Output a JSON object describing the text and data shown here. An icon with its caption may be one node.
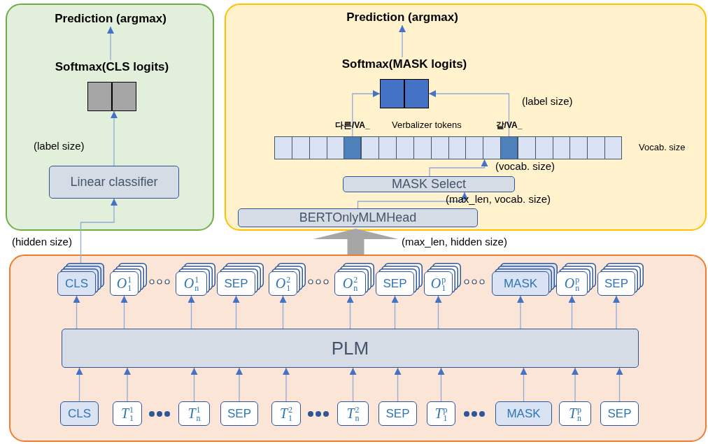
{
  "diagram": {
    "nodes": [
      {
        "text": [],
        "shape": "box"
      },
      {
        "text": [
          "Prediction (argmax)"
        ],
        "in": 0
      },
      {
        "text": [
          "Softmax(CLS logits)"
        ],
        "in": 0
      },
      {
        "text": [
          "Linear classifier"
        ],
        "in": 0
      },
      {
        "text": [],
        "shape": "box"
      },
      {
        "text": [
          "Prediction (argmax)"
        ],
        "in": 4
      },
      {
        "text": [
          "Softmax(MASK logits)"
        ],
        "in": 4
      },
      {
        "text": [],
        "shape": "bar",
        "in": 4
      },
      {
        "text": [
          "다른/VA_"
        ],
        "in": 7
      },
      {
        "text": [
          "같/VA_"
        ],
        "in": 7
      },
      {
        "text": [
          "MASK Select"
        ],
        "in": 4
      },
      {
        "text": [
          "BERTOnlyMLMHead"
        ],
        "in": 4
      },
      {
        "text": [],
        "shape": "box"
      },
      {
        "text": [
          "PLM"
        ],
        "in": 12
      },
      {
        "text": [
          "CLS"
        ],
        "in": 12
      },
      {
        "text": [
          "*O*$_{1}$$^{1}$"
        ],
        "in": 12
      },
      {
        "text": [
          "*O*$_{n}$$^{1}$"
        ],
        "in": 12
      },
      {
        "text": [
          "SEP"
        ],
        "in": 12
      },
      {
        "text": [
          "*O*$_{1}$$^{2}$"
        ],
        "in": 12
      },
      {
        "text": [
          "*O*$_{n}$$^{2}$"
        ],
        "in": 12
      },
      {
        "text": [
          "SEP"
        ],
        "in": 12
      },
      {
        "text": [
          "*O*$_{1}$$^{p}$"
        ],
        "in": 12
      },
      {
        "text": [
          "MASK"
        ],
        "in": 12
      },
      {
        "text": [
          "*O*$_{n}$$^{p}$"
        ],
        "in": 12
      },
      {
        "text": [
          "SEP"
        ],
        "in": 12
      },
      {
        "text": [
          "CLS"
        ],
        "in": 12
      },
      {
        "text": [
          "*T*$_{1}$$^{1}$"
        ],
        "in": 12
      },
      {
        "text": [
          "*T*$_{n}$$^{1}$"
        ],
        "in": 12
      },
      {
        "text": [
          "SEP"
        ],
        "in": 12
      },
      {
        "text": [
          "*T*$_{1}$$^{2}$"
        ],
        "in": 12
      },
      {
        "text": [
          "*T*$_{n}$$^{2}$"
        ],
        "in": 12
      },
      {
        "text": [
          "SEP"
        ],
        "in": 12
      },
      {
        "text": [
          "*T*$_{1}$$^{p}$"
        ],
        "in": 12
      },
      {
        "text": [
          "MASK"
        ],
        "in": 12
      },
      {
        "text": [
          "*T*$_{n}$$^{p}$"
        ],
        "in": 12
      },
      {
        "text": [
          "SEP"
        ],
        "in": 12
      }
    ],
    "edges": [
      {
        "from": 2,
        "to": 1,
        "arrow": "to"
      },
      {
        "from": 3,
        "to": 2,
        "arrow": "to",
        "label": "(label size)"
      },
      {
        "from": 14,
        "to": 3,
        "arrow": "to",
        "label": "(hidden size)"
      },
      {
        "from": 6,
        "to": 5,
        "arrow": "to"
      },
      {
        "from": 8,
        "to": 6,
        "arrow": "to"
      },
      {
        "from": 9,
        "to": 6,
        "arrow": "to",
        "label": "(label size)"
      },
      {
        "from": 10,
        "to": 7,
        "arrow": "to",
        "label": "(vocab. size)"
      },
      {
        "from": 11,
        "to": 10,
        "arrow": "to",
        "label": "(max_len, vocab. size)"
      },
      {
        "from": 12,
        "to": 11,
        "arrow": "to",
        "label": "(max_len, hidden size)",
        "style": "thick",
        "color": "#a6a6a6"
      },
      {
        "from": 25,
        "to": 13,
        "arrow": "to"
      },
      {
        "from": 26,
        "to": 13,
        "arrow": "to"
      },
      {
        "from": 27,
        "to": 13,
        "arrow": "to"
      },
      {
        "from": 28,
        "to": 13,
        "arrow": "to"
      },
      {
        "from": 29,
        "to": 13,
        "arrow": "to"
      },
      {
        "from": 30,
        "to": 13,
        "arrow": "to"
      },
      {
        "from": 31,
        "to": 13,
        "arrow": "to"
      },
      {
        "from": 32,
        "to": 13,
        "arrow": "to"
      },
      {
        "from": 33,
        "to": 13,
        "arrow": "to"
      },
      {
        "from": 34,
        "to": 13,
        "arrow": "to"
      },
      {
        "from": 35,
        "to": 13,
        "arrow": "to"
      },
      {
        "from": 13,
        "to": 14,
        "arrow": "to"
      },
      {
        "from": 13,
        "to": 15,
        "arrow": "to"
      },
      {
        "from": 13,
        "to": 16,
        "arrow": "to"
      },
      {
        "from": 13,
        "to": 17,
        "arrow": "to"
      },
      {
        "from": 13,
        "to": 18,
        "arrow": "to"
      },
      {
        "from": 13,
        "to": 19,
        "arrow": "to"
      },
      {
        "from": 13,
        "to": 20,
        "arrow": "to"
      },
      {
        "from": 13,
        "to": 21,
        "arrow": "to"
      },
      {
        "from": 13,
        "to": 22,
        "arrow": "to"
      },
      {
        "from": 13,
        "to": 23,
        "arrow": "to"
      },
      {
        "from": 13,
        "to": 24,
        "arrow": "to"
      }
    ],
    "labels": [
      "Verbalizer tokens",
      "Vocab. size"
    ]
  }
}
